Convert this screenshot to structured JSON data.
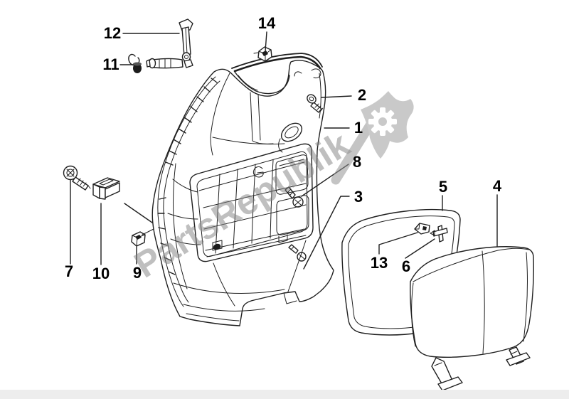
{
  "diagram": {
    "type": "exploded-parts-diagram",
    "subject": "scooter front glove box assembly",
    "callouts": [
      {
        "number": "1"
      },
      {
        "number": "2"
      },
      {
        "number": "3"
      },
      {
        "number": "4"
      },
      {
        "number": "5"
      },
      {
        "number": "6"
      },
      {
        "number": "7"
      },
      {
        "number": "8"
      },
      {
        "number": "9"
      },
      {
        "number": "10"
      },
      {
        "number": "11"
      },
      {
        "number": "12"
      },
      {
        "number": "13"
      },
      {
        "number": "14"
      }
    ],
    "watermark": {
      "text": "PartsRepublik",
      "logo": "flag-with-gear-icon",
      "color": "#9a9a9a"
    },
    "colors": {
      "line": "#1f1f1f",
      "background": "#ffffff",
      "footer_strip": "#ededed",
      "watermark_gray": "#c9c9c9"
    }
  }
}
